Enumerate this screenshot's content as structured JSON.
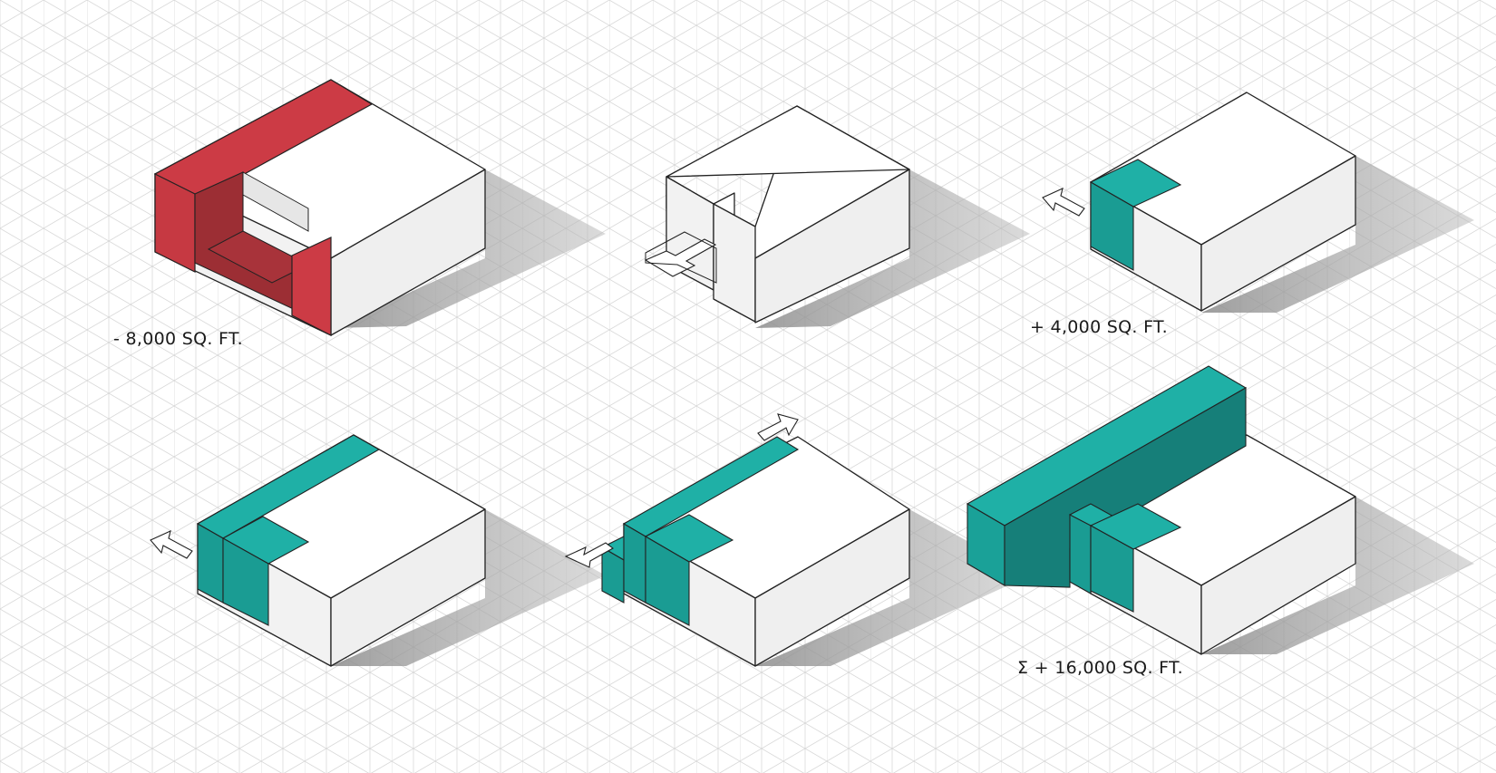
{
  "labels": {
    "step1": "- 8,000 SQ. FT.",
    "step3": "+ 4,000 SQ. FT.",
    "total": "Σ + 16,000 SQ. FT."
  },
  "icons": [
    "arrow-icon"
  ],
  "colors": {
    "removed": "#cc3b45",
    "added": "#1fb0a6",
    "added_dark": "#178f87",
    "building": "#ffffff",
    "grid": "#d6d6d6",
    "shadow": "#9a9a9a"
  }
}
